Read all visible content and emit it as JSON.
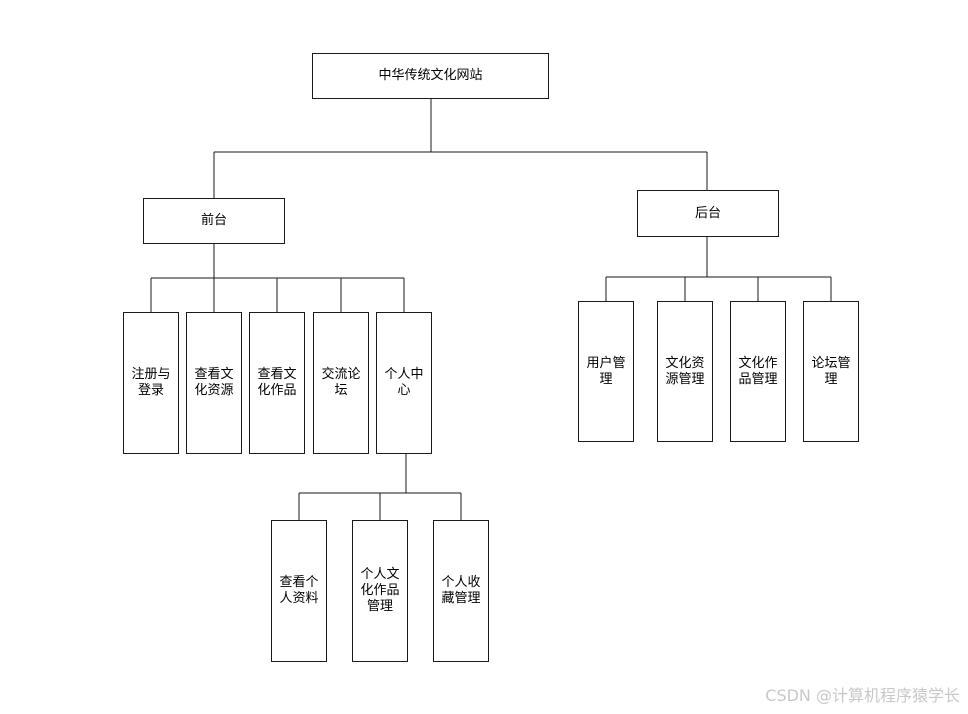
{
  "root": "中华传统文化网站",
  "front": {
    "label": "前台",
    "children": [
      "注册与登录",
      "查看文化资源",
      "查看文化作品",
      "交流论坛",
      "个人中心"
    ]
  },
  "personal_center": {
    "children": [
      "查看个人资料",
      "个人文化作品管理",
      "个人收藏管理"
    ]
  },
  "back": {
    "label": "后台",
    "children": [
      "用户管理",
      "文化资源管理",
      "文化作品管理",
      "论坛管理"
    ]
  },
  "watermark": "CSDN @计算机程序猿学长"
}
